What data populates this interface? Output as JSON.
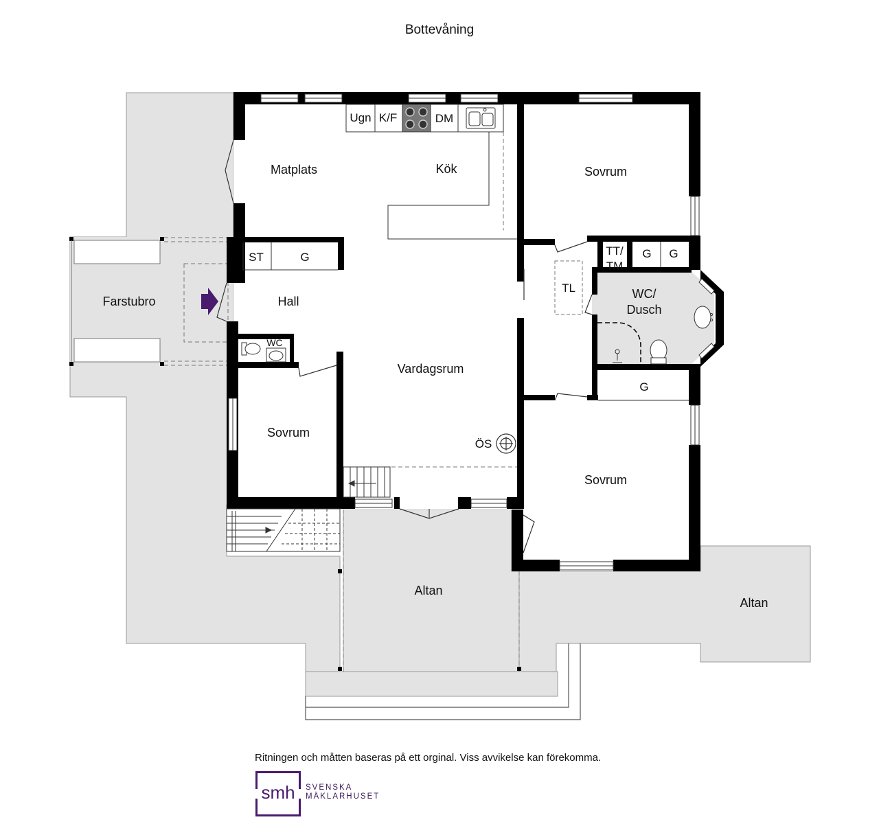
{
  "title": "Bottevåning",
  "rooms": {
    "matplats": "Matplats",
    "kok": "Kök",
    "sovrum_top": "Sovrum",
    "farstubro": "Farstubro",
    "hall": "Hall",
    "st": "ST",
    "g_hall": "G",
    "wc_small": "WC",
    "vardagsrum": "Vardagsrum",
    "sovrum_left": "Sovrum",
    "tl": "TL",
    "tt_line1": "TT/",
    "tt_line2": "TM",
    "g_bath1": "G",
    "g_bath2": "G",
    "wc_dusch_line1": "WC/",
    "wc_dusch_line2": "Dusch",
    "g_lower": "G",
    "sovrum_right": "Sovrum",
    "os": "ÖS",
    "altan_center": "Altan",
    "altan_right": "Altan"
  },
  "appliances": {
    "ugn": "Ugn",
    "kf": "K/F",
    "dm": "DM"
  },
  "footer": {
    "disclaimer": "Ritningen och måtten baseras på ett orginal. Viss avvikelse kan förekomma.",
    "logo_text": "smh",
    "brand_line1": "SVENSKA",
    "brand_line2": "MÄKLARHUSET"
  },
  "colors": {
    "outdoor": "#e3e3e3",
    "wall": "#000000",
    "wet_room": "#e3e3e3",
    "accent": "#4a1a6e"
  },
  "icons": [
    "entrance-arrow-icon",
    "stove-icon",
    "sink-icon",
    "fireplace-icon",
    "toilet-icon",
    "washbasin-icon"
  ]
}
